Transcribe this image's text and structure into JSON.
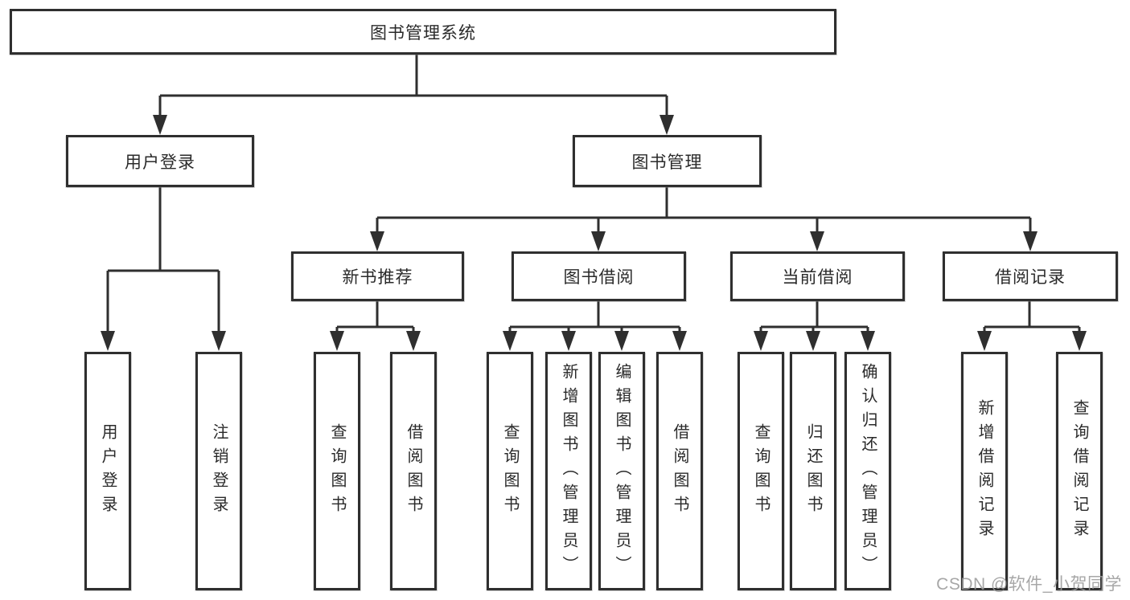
{
  "diagram": {
    "root": {
      "label": "图书管理系统"
    },
    "level2": [
      {
        "label": "用户登录"
      },
      {
        "label": "图书管理"
      }
    ],
    "level3": [
      {
        "label": "新书推荐"
      },
      {
        "label": "图书借阅"
      },
      {
        "label": "当前借阅"
      },
      {
        "label": "借阅记录"
      }
    ],
    "leaves": {
      "user_login": [
        {
          "label": "用户登录"
        },
        {
          "label": "注销登录"
        }
      ],
      "new_book": [
        {
          "label": "查询图书"
        },
        {
          "label": "借阅图书"
        }
      ],
      "book_borrow": [
        {
          "label": "查询图书"
        },
        {
          "label": "新增图书（管理员）"
        },
        {
          "label": "编辑图书（管理员）"
        },
        {
          "label": "借阅图书"
        }
      ],
      "current_borrow": [
        {
          "label": "查询图书"
        },
        {
          "label": "归还图书"
        },
        {
          "label": "确认归还（管理员）"
        }
      ],
      "borrow_record": [
        {
          "label": "新增借阅记录"
        },
        {
          "label": "查询借阅记录"
        }
      ]
    },
    "watermark": "CSDN @软件_小贺同学",
    "colors": {
      "line": "#2f2f2f",
      "box_border": "#2f2f2f",
      "text": "#2a2a2a",
      "watermark": "#9b9b9b",
      "background": "#ffffff"
    }
  }
}
